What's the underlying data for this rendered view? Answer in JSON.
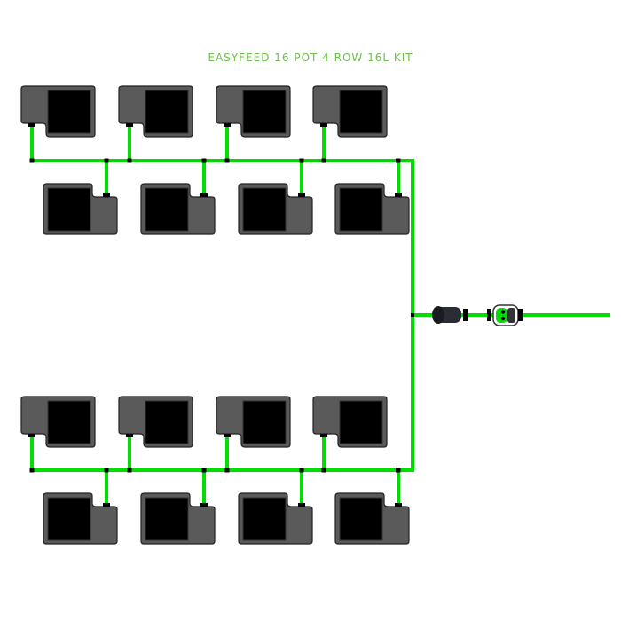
{
  "title": "EASYFEED 16 POT 4 ROW 16L KIT",
  "colors": {
    "pipe": "#00dd00",
    "pot_body": "#5a5a5a",
    "pot_inner": "#000000",
    "title": "#6cc04a"
  },
  "pot_count": 16,
  "rows": 4,
  "pots_per_row": 4,
  "components": [
    "pot",
    "dripper",
    "main-line",
    "filter",
    "tap-connector"
  ]
}
